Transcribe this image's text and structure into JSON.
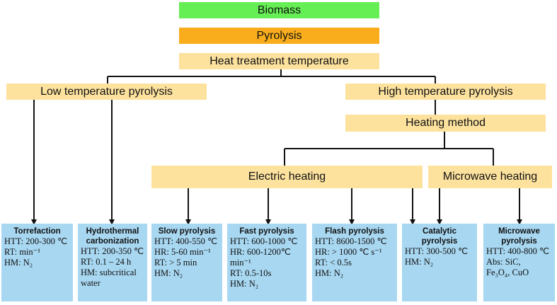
{
  "colors": {
    "green": "#66ee55",
    "orange": "#f9ad1c",
    "cream": "#fde29e",
    "blue": "#a8d7f1"
  },
  "nodes": {
    "biomass": "Biomass",
    "pyrolysis": "Pyrolysis",
    "heat_treatment": "Heat treatment temperature",
    "low_temp": "Low temperature pyrolysis",
    "high_temp": "High temperature pyrolysis",
    "heating_method": "Heating method",
    "electric": "Electric heating",
    "microwave": "Microwave heating"
  },
  "leaves": {
    "torrefaction": {
      "title": "Torrefaction",
      "lines": [
        "HTT: 200-300 ℃",
        "RT: min⁻¹",
        "HM: N₂"
      ]
    },
    "hydrothermal": {
      "title_lines": [
        "Hydrothermal",
        "carbonization"
      ],
      "lines": [
        "HTT: 200-350 ℃",
        "RT: 0.1 – 24 h",
        "HM: subcritical",
        "water"
      ]
    },
    "slow": {
      "title": "Slow pyrolysis",
      "lines": [
        "HTT: 400-550 ℃",
        "HR: 5-60 min⁻¹",
        "RT: > 5 min",
        "HM: N₂"
      ]
    },
    "fast": {
      "title": "Fast pyrolysis",
      "lines": [
        "HTT: 600-1000 ℃",
        "HR: 600-1200℃",
        "min⁻¹",
        "RT: 0.5-10s",
        "HM: N₂"
      ]
    },
    "flash": {
      "title": "Flash pyrolysis",
      "lines": [
        "HTT: 8600-1500 ℃",
        "HR: > 1000 ℃ s⁻¹",
        "RT: < 0.5s",
        "HM: N₂"
      ]
    },
    "catalytic": {
      "title": "Catalytic pyrolysis",
      "lines": [
        "HTT: 300-500 ℃",
        "HM: N₂"
      ]
    },
    "microwave_pyro": {
      "title_lines": [
        "Microwave",
        "pyrolysis"
      ],
      "lines": [
        "HTT: 400-800 ℃",
        "Abs: SiC,",
        "Fe₃O₄, CuO"
      ]
    }
  }
}
